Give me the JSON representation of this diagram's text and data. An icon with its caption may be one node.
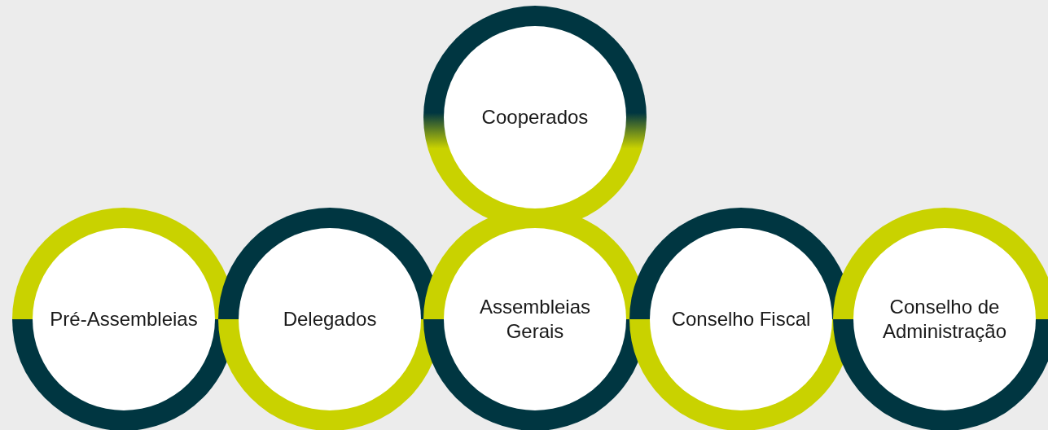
{
  "diagram": {
    "nodes": [
      {
        "text": [
          "Cooperados"
        ]
      },
      {
        "text": [
          "Pré-Assembleias"
        ]
      },
      {
        "text": [
          "Delegados"
        ]
      },
      {
        "text": [
          "Assembleias Gerais"
        ]
      },
      {
        "text": [
          "Conselho Fiscal"
        ]
      },
      {
        "text": [
          "Conselho de Administração"
        ]
      }
    ]
  }
}
